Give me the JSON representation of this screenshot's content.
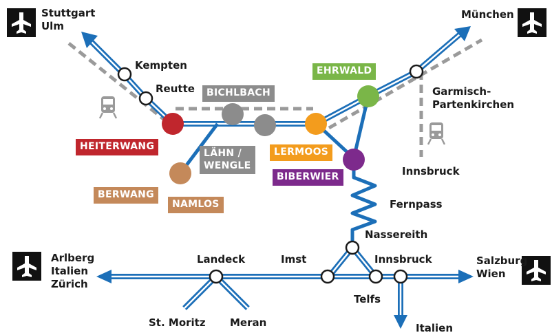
{
  "colors": {
    "line": "#1c6fb8",
    "line_light": "#ffffff",
    "rail": "#9a9a9a",
    "heiterwang": "#c0262d",
    "bichlbach": "#8c8c8c",
    "lermoos": "#f39c1d",
    "ehrwald": "#7ab648",
    "biberwier": "#7d2a8c",
    "berwang": "#c4895a",
    "airport_bg": "#111111"
  },
  "airports": {
    "top_left": {
      "lines": [
        "Stuttgart",
        "Ulm"
      ],
      "icon": "plane-icon"
    },
    "top_right": {
      "lines": [
        "München"
      ],
      "icon": "plane-icon"
    },
    "bottom_left": {
      "lines": [
        "Arlberg",
        "Italien",
        "Zürich"
      ],
      "icon": "plane-icon"
    },
    "bottom_right": {
      "lines": [
        "Salzburg",
        "Wien"
      ],
      "icon": "plane-icon"
    }
  },
  "places": {
    "kempten": "Kempten",
    "reutte": "Reutte",
    "garmisch": [
      "Garmisch-",
      "Partenkirchen"
    ],
    "innsbruck_rail": "Innsbruck",
    "fernpass": "Fernpass",
    "nassereith": "Nassereith",
    "landeck": "Landeck",
    "imst": "Imst",
    "innsbruck": "Innsbruck",
    "telfs": "Telfs",
    "st_moritz": "St. Moritz",
    "meran": "Meran",
    "italien": "Italien"
  },
  "villages": {
    "heiterwang": "HEITERWANG",
    "bichlbach": "BICHLBACH",
    "lahn": [
      "LÄHN /",
      "WENGLE"
    ],
    "lermoos": "LERMOOS",
    "ehrwald": "EHRWALD",
    "biberwier": "BIBERWIER",
    "berwang": "BERWANG",
    "namlos": "NAMLOS"
  },
  "icons": {
    "train_left": "train-icon",
    "train_right": "train-icon"
  }
}
